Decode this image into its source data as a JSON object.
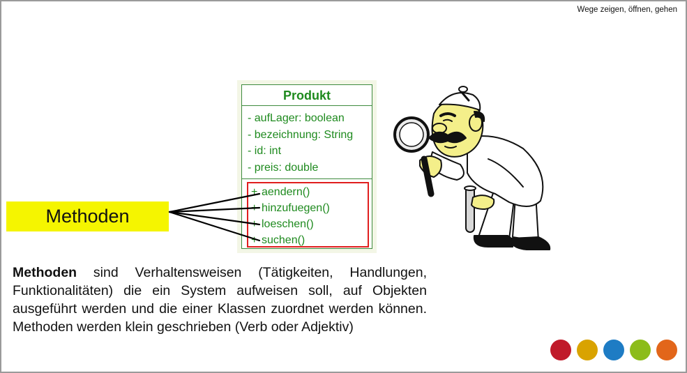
{
  "header": {
    "tagline": "Wege zeigen, öffnen, gehen"
  },
  "uml_class": {
    "name": "Produkt",
    "attributes": [
      "- aufLager: boolean",
      "- bezeichnung: String",
      "- id: int",
      "- preis: double"
    ],
    "methods": [
      {
        "visibility": "+",
        "name": "aendern()"
      },
      {
        "visibility": "+",
        "name": "hinzufuegen()"
      },
      {
        "visibility": "+",
        "name": "loeschen()"
      },
      {
        "visibility": "+",
        "name": "suchen()"
      }
    ]
  },
  "callout": {
    "label": "Methoden"
  },
  "description": {
    "term": "Methoden",
    "text": " sind Verhaltensweisen (Tätigkeiten, Handlungen, Funktionalitäten) die ein System aufweisen soll, auf Objekten ausgeführt werden und die einer Klassen zuordnet werden können. Methoden werden klein geschrieben (Verb oder Adjektiv)"
  },
  "colors": {
    "label_background": "#f5f500",
    "uml_text": "#1e8a1e",
    "methods_border": "#e01e1e",
    "dots": [
      "#c01a2a",
      "#d9a300",
      "#1e7cc4",
      "#8cbc1a",
      "#e2661a"
    ]
  }
}
